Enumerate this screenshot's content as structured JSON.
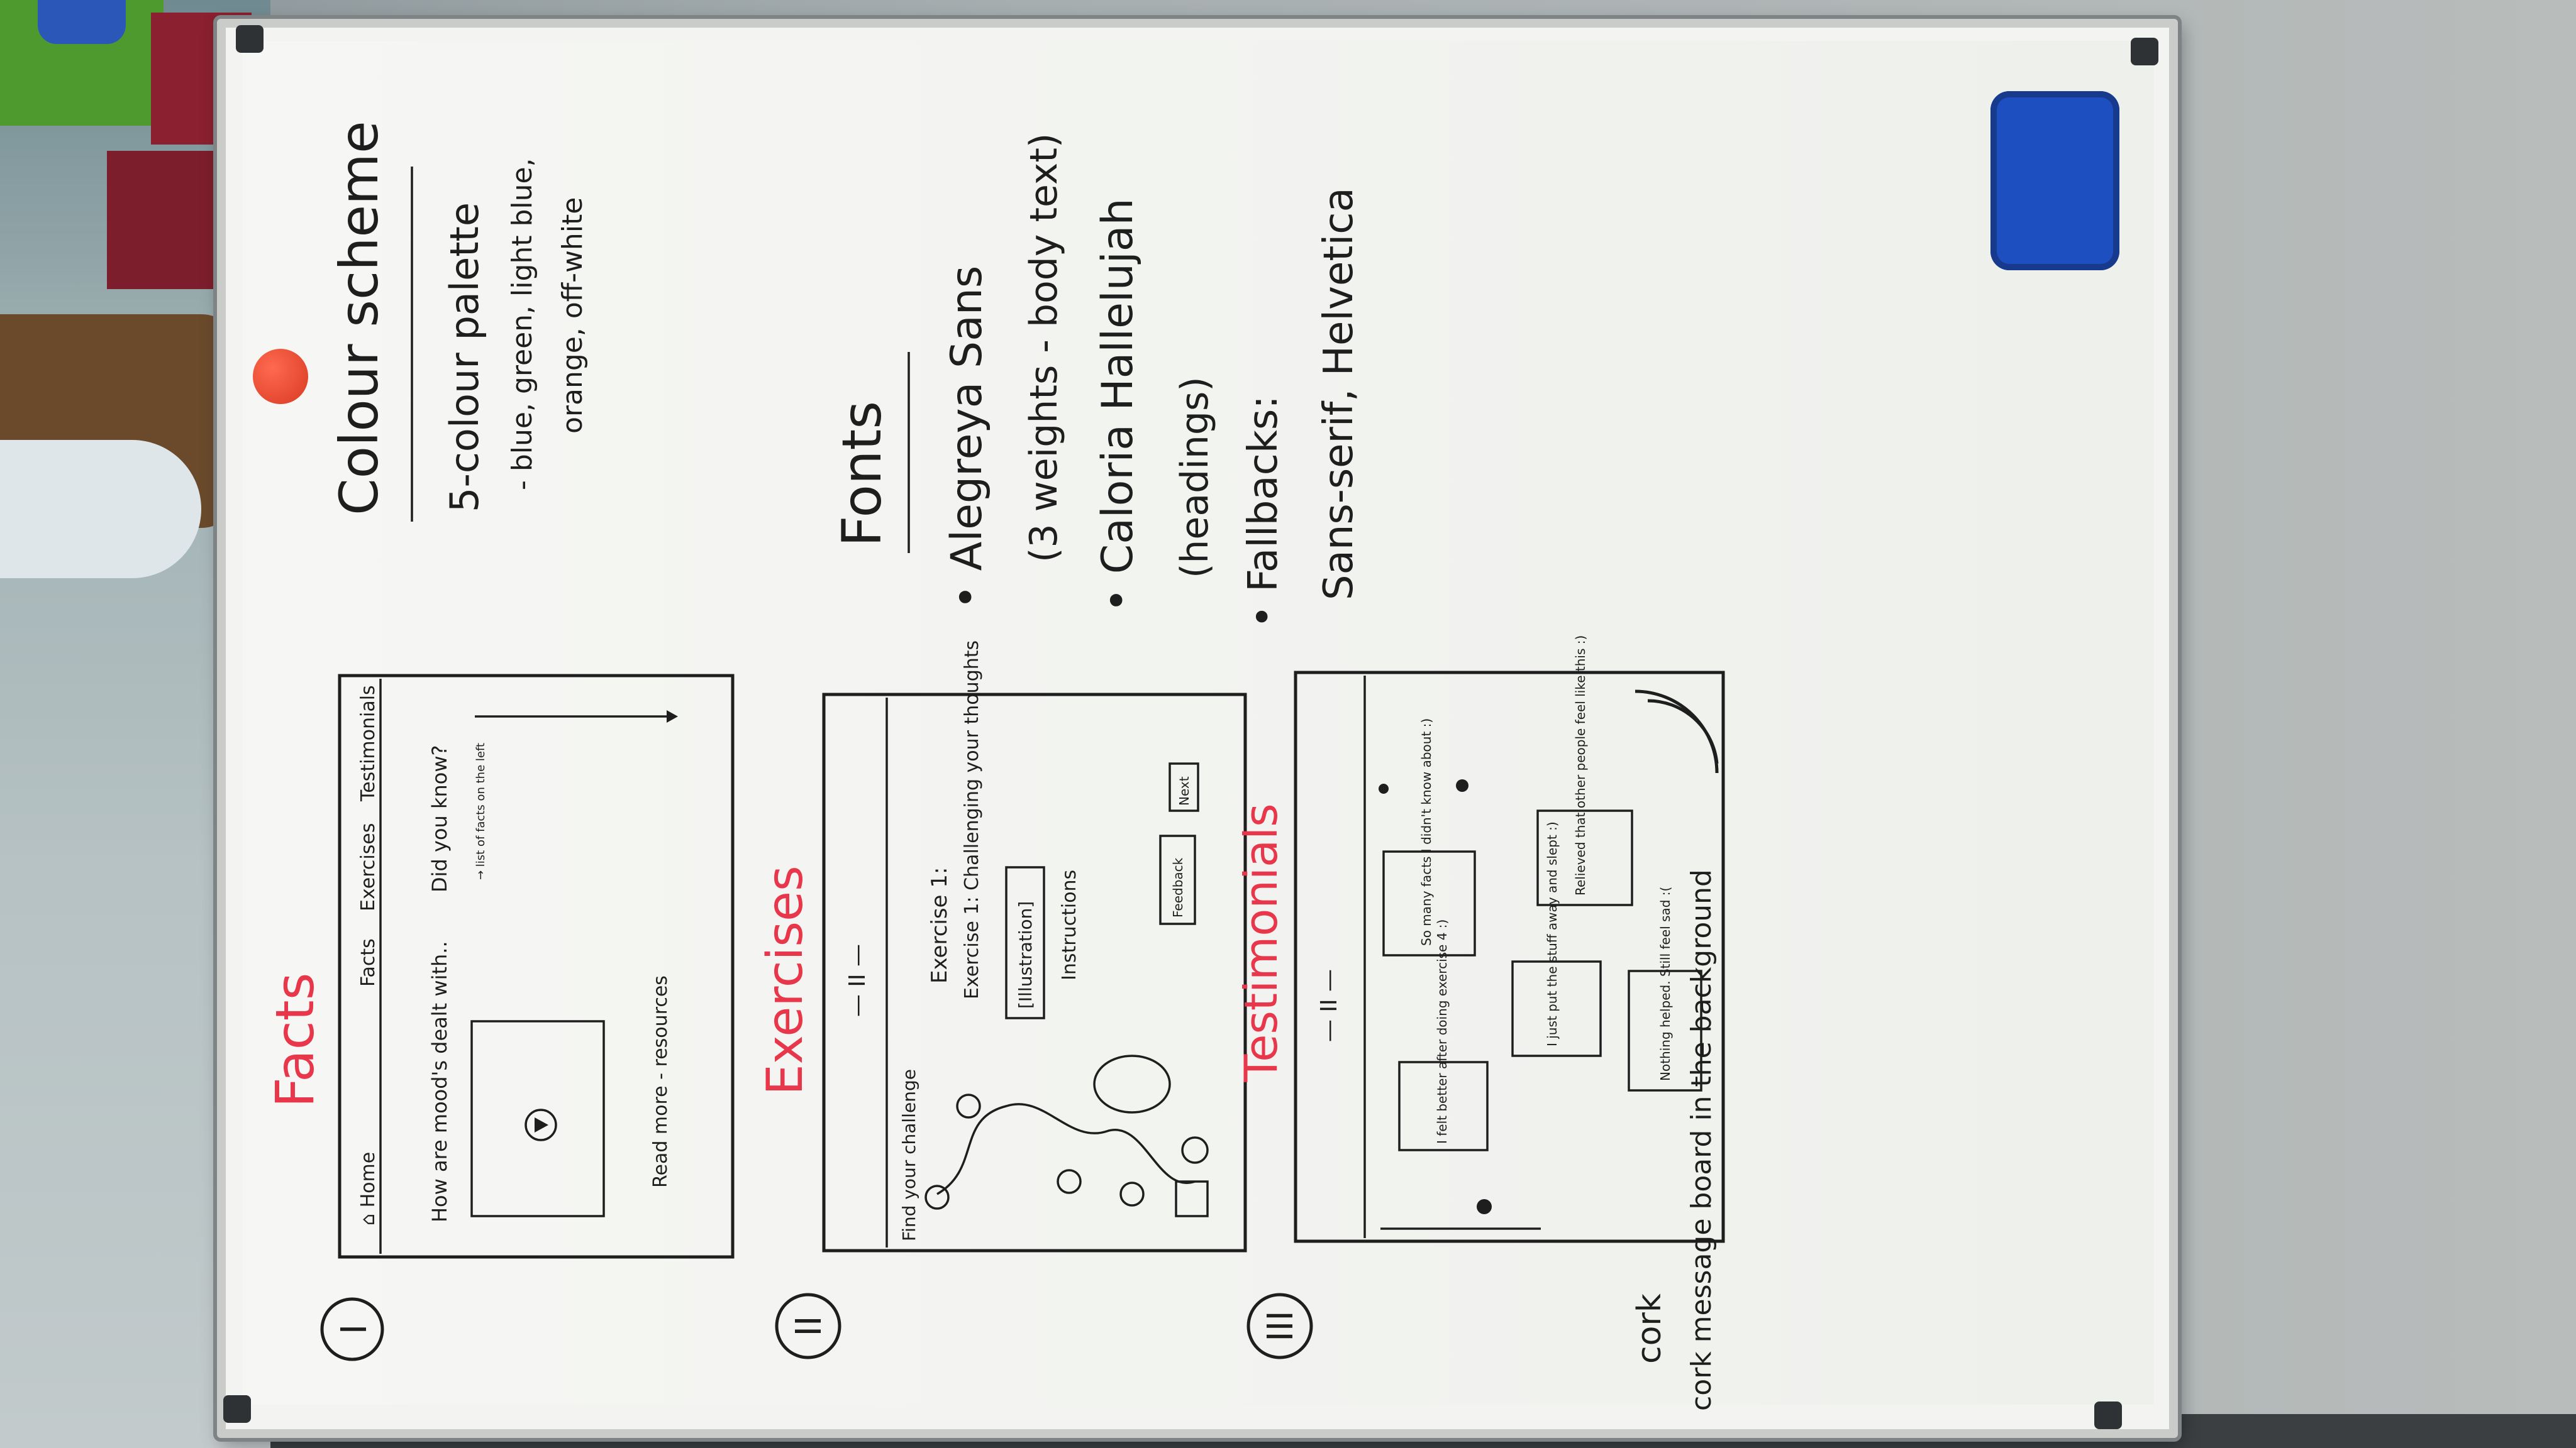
{
  "photo": {
    "subject": "Whiteboard planning sketches photographed sideways",
    "colors": {
      "marker_black": "#1e1e1e",
      "marker_red": "#e8364a",
      "eraser_blue": "#1d4fc0",
      "magnet_red": "#e0452d",
      "board": "#f3f4f1"
    }
  },
  "sketch1": {
    "number": "I",
    "title": "Facts",
    "nav": [
      "⌂ Home",
      "Facts",
      "Exercises",
      "Testimonials"
    ],
    "intro": "How are mood's dealt with..",
    "did_you_know": "Did you know?",
    "tip": "→ list of facts on the left",
    "read_more": "Read more - resources"
  },
  "sketch2": {
    "number": "II",
    "title": "Exercises",
    "header": "— II —",
    "find": "Find your challenge",
    "ex_title": "Exercise 1: Challenging your thoughts",
    "illustration": "[Illustration]",
    "instructions": "Instructions",
    "btn1": "Feedback",
    "btn2": "Next"
  },
  "sketch3": {
    "number": "III",
    "title": "Testimonials",
    "header": "— II —",
    "notes": [
      "I felt better after doing exercise 4 :)",
      "So many facts I didn't know about :)",
      "I just put the stuff away and slept :)",
      "Relieved that other people feel like this :)",
      "Nothing helped. Still feel sad :("
    ],
    "caption": "cork message board in the background"
  },
  "colour": {
    "heading": "Colour scheme",
    "line1": "5-colour palette",
    "line2": "- blue, green, light blue,",
    "line3": "orange, off-white"
  },
  "fonts": {
    "heading": "Fonts",
    "f1": "• Alegreya Sans",
    "f1b": "(3 weights - body text)",
    "f2": "• Caloria Hallelujah",
    "f2b": "(headings)",
    "f3": "• Fallbacks:",
    "f3b": "Sans-serif, Helvetica"
  }
}
